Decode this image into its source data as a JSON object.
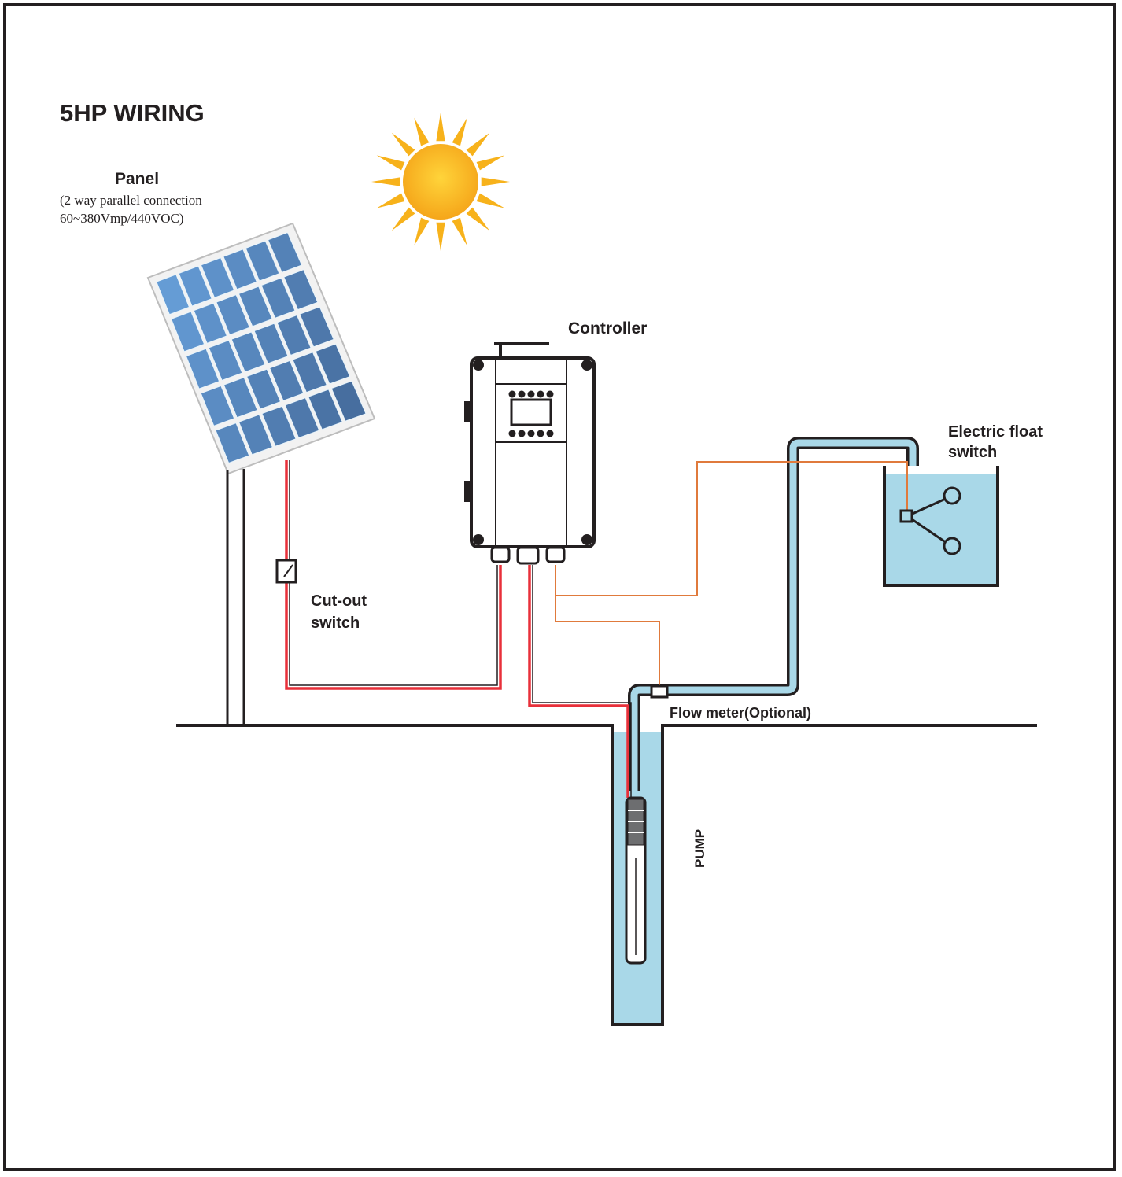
{
  "title": "5HP WIRING",
  "panel": {
    "name": "Panel",
    "spec_line1": "(2 way parallel connection",
    "spec_line2": "60~380Vmp/440VOC)"
  },
  "controller": {
    "label": "Controller"
  },
  "float_switch": {
    "line1": "Electric float",
    "line2": "switch"
  },
  "cutout_switch": {
    "line1": "Cut-out",
    "line2": "switch"
  },
  "flow_meter": {
    "label": "Flow meter(Optional)"
  },
  "pump": {
    "label": "PUMP"
  },
  "colors": {
    "power_cable": "#e8303a",
    "signal_cable": "#e07a3c",
    "water": "#a9d8e8",
    "outline": "#231f20",
    "sun": "#f7b21b"
  }
}
